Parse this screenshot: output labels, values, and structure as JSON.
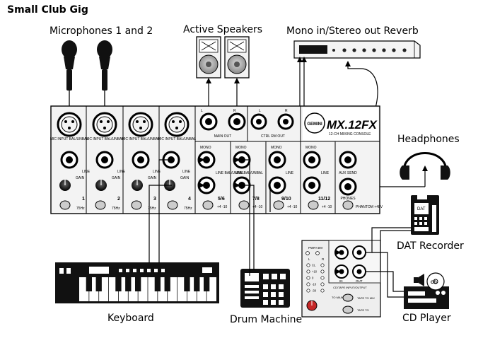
{
  "title": "Small Club Gig",
  "labels": {
    "microphones": "Microphones 1 and 2",
    "speakers": "Active Speakers",
    "reverb": "Mono in/Stereo out Reverb",
    "headphones": "Headphones",
    "dat": "DAT Recorder",
    "keyboard": "Keyboard",
    "drum": "Drum Machine",
    "cd": "CD Player"
  },
  "mixer": {
    "model": "MX.12FX",
    "subtitle": "12-CH MIXING CONSOLE",
    "ch_labels": [
      "1",
      "2",
      "3",
      "4",
      "5/6",
      "7/8",
      "9/10",
      "11/12"
    ],
    "mic_input": "MIC INPUT BAL/UNBAL",
    "line": "LINE",
    "gain": "GAIN",
    "mono": "MONO",
    "line_balunbal": "LINE BAL/UNBAL",
    "main_out": "MAIN OUT",
    "ctrl_rm_out": "CTRL RM OUT",
    "aux_send": "AUX SEND",
    "phones": "PHONES",
    "phantom": "PHANTOM +48V",
    "hz": "75Hz",
    "lvl": "+4 -10",
    "l": "L",
    "r": "R"
  },
  "panel": {
    "pwr": "PWR",
    "v48": "+48V",
    "meter": [
      "CL",
      "+10",
      "0",
      "-10",
      "-30"
    ],
    "in_label": "IN",
    "out_label": "OUT",
    "io_label": "CD/TAPE INPUT/OUTPUT",
    "to_main": "TO MAIN MIX",
    "tape_to_mix": "TAPE TO MIX",
    "tape_to": "TAPE TO",
    "dat_brand": "DAT"
  }
}
